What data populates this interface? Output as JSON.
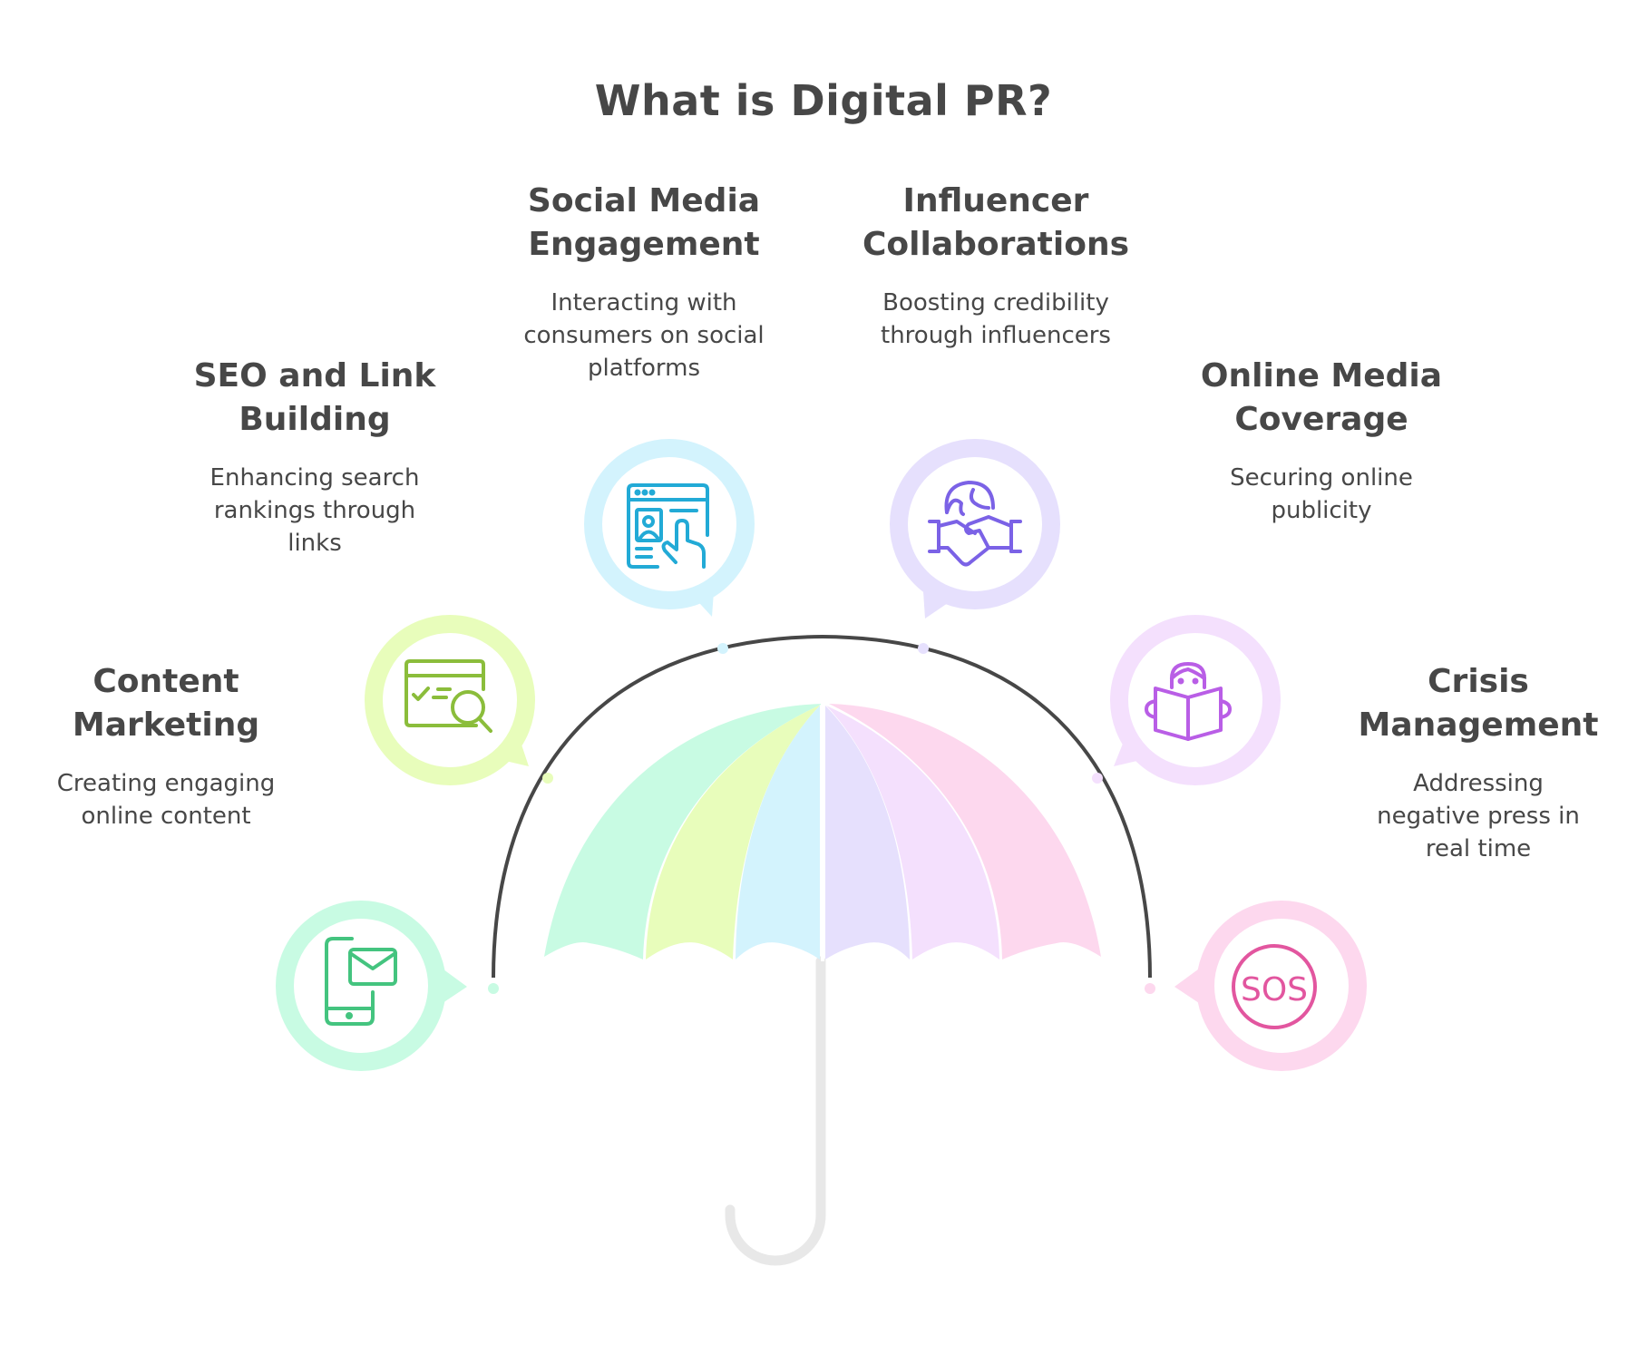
{
  "title": "What is Digital PR?",
  "items": [
    {
      "id": "content-marketing",
      "title_lines": [
        "Content",
        "Marketing"
      ],
      "desc_lines": [
        "Creating engaging",
        "online content"
      ],
      "icon": "mobile-email-icon",
      "color": "#44c47f",
      "ring_color": "#c8fbe3"
    },
    {
      "id": "seo-link-building",
      "title_lines": [
        "SEO and Link",
        "Building"
      ],
      "desc_lines": [
        "Enhancing search",
        "rankings through",
        "links"
      ],
      "icon": "browser-search-icon",
      "color": "#8bbd3b",
      "ring_color": "#e8fdbb"
    },
    {
      "id": "social-media-engagement",
      "title_lines": [
        "Social Media",
        "Engagement"
      ],
      "desc_lines": [
        "Interacting with",
        "consumers on social",
        "platforms"
      ],
      "icon": "profile-tap-icon",
      "color": "#22aad6",
      "ring_color": "#d3f3fd"
    },
    {
      "id": "influencer-collaborations",
      "title_lines": [
        "Influencer",
        "Collaborations"
      ],
      "desc_lines": [
        "Boosting credibility",
        "through influencers"
      ],
      "icon": "global-handshake-icon",
      "color": "#7b62e6",
      "ring_color": "#e6e0fd"
    },
    {
      "id": "online-media-coverage",
      "title_lines": [
        "Online Media",
        "Coverage"
      ],
      "desc_lines": [
        "Securing online",
        "publicity"
      ],
      "icon": "reader-newspaper-icon",
      "color": "#b95ee6",
      "ring_color": "#f4e0fd"
    },
    {
      "id": "crisis-management",
      "title_lines": [
        "Crisis",
        "Management"
      ],
      "desc_lines": [
        "Addressing",
        "negative press in",
        "real time"
      ],
      "icon": "sos-icon",
      "color": "#e2569f",
      "ring_color": "#fdd8ee",
      "icon_text": "SOS"
    }
  ],
  "umbrella": {
    "panel_colors": [
      "#c8fbe3",
      "#e8fdbb",
      "#d3f3fd",
      "#e6e0fd",
      "#f4e0fd",
      "#fdd8ee"
    ],
    "arc_color": "#474747",
    "handle_color": "#e8e8e8"
  }
}
